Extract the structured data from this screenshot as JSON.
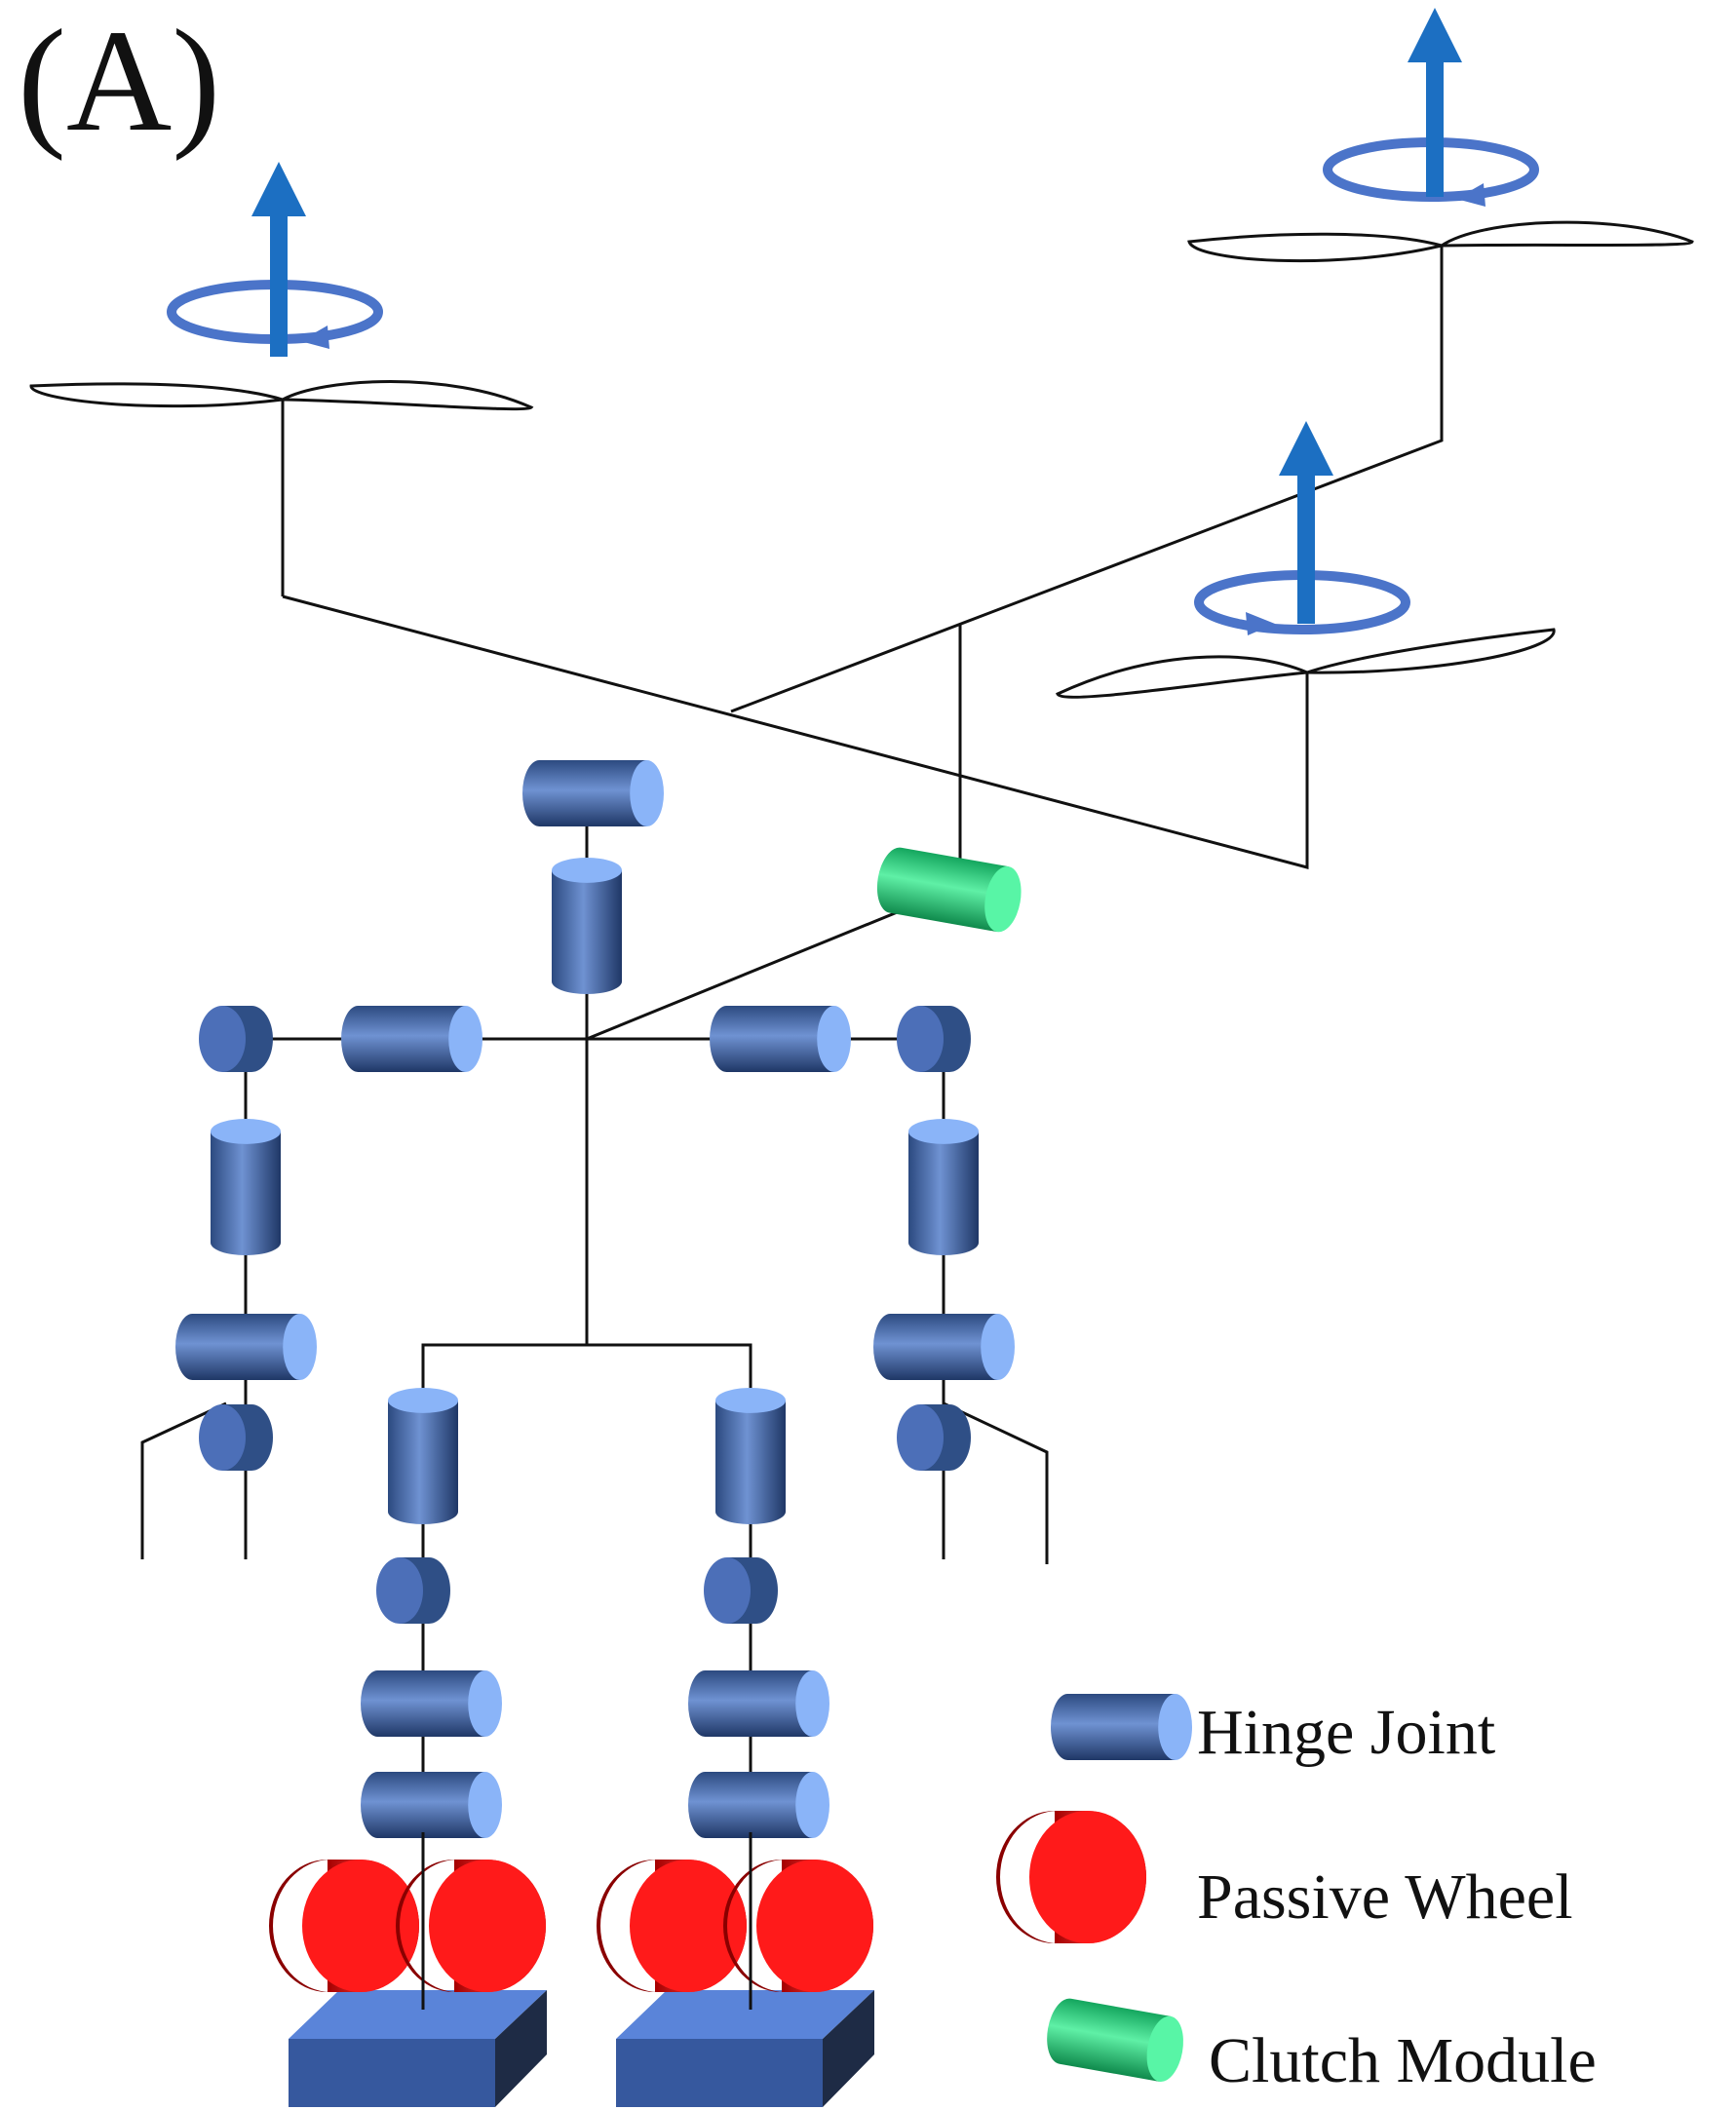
{
  "figure": {
    "panel_label": "(A)",
    "legend": [
      {
        "key": "hinge",
        "label": "Hinge Joint",
        "icon": "blue-cylinder"
      },
      {
        "key": "wheel",
        "label": "Passive Wheel",
        "icon": "red-wheel"
      },
      {
        "key": "clutch",
        "label": "Clutch Module",
        "icon": "green-cylinder"
      }
    ]
  },
  "colors": {
    "hinge_dark": "#2f4f86",
    "hinge_mid": "#4c6fb8",
    "hinge_light": "#8ab4f8",
    "wheel_red": "#ff1a1a",
    "wheel_dark": "#8a0000",
    "clutch_green": "#26d07c",
    "clutch_light": "#58f5a6",
    "thrust_arrow": "#1c6fc2",
    "rotation_arrow": "#4b74c9",
    "foot_top": "#5a84d9",
    "foot_side": "#1e2b45"
  }
}
